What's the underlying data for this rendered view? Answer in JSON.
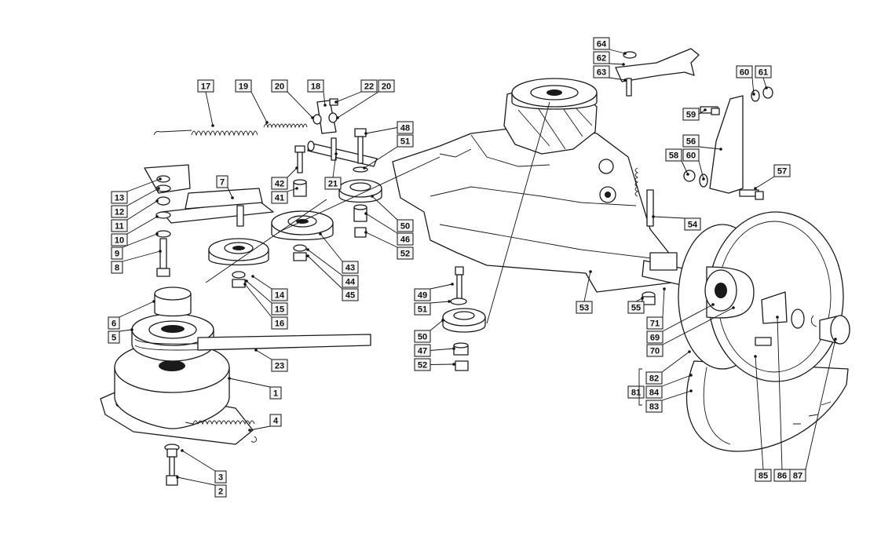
{
  "callouts": [
    {
      "id": "c17",
      "label": "17"
    },
    {
      "id": "c19",
      "label": "19"
    },
    {
      "id": "c20a",
      "label": "20"
    },
    {
      "id": "c18",
      "label": "18"
    },
    {
      "id": "c22",
      "label": "22"
    },
    {
      "id": "c20b",
      "label": "20"
    },
    {
      "id": "c48",
      "label": "48"
    },
    {
      "id": "c51a",
      "label": "51"
    },
    {
      "id": "c7",
      "label": "7"
    },
    {
      "id": "c42",
      "label": "42"
    },
    {
      "id": "c21",
      "label": "21"
    },
    {
      "id": "c41",
      "label": "41"
    },
    {
      "id": "c13",
      "label": "13"
    },
    {
      "id": "c12",
      "label": "12"
    },
    {
      "id": "c11",
      "label": "11"
    },
    {
      "id": "c10",
      "label": "10"
    },
    {
      "id": "c9",
      "label": "9"
    },
    {
      "id": "c8",
      "label": "8"
    },
    {
      "id": "c50a",
      "label": "50"
    },
    {
      "id": "c46",
      "label": "46"
    },
    {
      "id": "c52a",
      "label": "52"
    },
    {
      "id": "c43",
      "label": "43"
    },
    {
      "id": "c44",
      "label": "44"
    },
    {
      "id": "c45",
      "label": "45"
    },
    {
      "id": "c14",
      "label": "14"
    },
    {
      "id": "c15",
      "label": "15"
    },
    {
      "id": "c16",
      "label": "16"
    },
    {
      "id": "c6",
      "label": "6"
    },
    {
      "id": "c5",
      "label": "5"
    },
    {
      "id": "c23",
      "label": "23"
    },
    {
      "id": "c1",
      "label": "1"
    },
    {
      "id": "c4",
      "label": "4"
    },
    {
      "id": "c3",
      "label": "3"
    },
    {
      "id": "c2",
      "label": "2"
    },
    {
      "id": "c64",
      "label": "64"
    },
    {
      "id": "c62",
      "label": "62"
    },
    {
      "id": "c63",
      "label": "63"
    },
    {
      "id": "c60a",
      "label": "60"
    },
    {
      "id": "c61",
      "label": "61"
    },
    {
      "id": "c59",
      "label": "59"
    },
    {
      "id": "c56",
      "label": "56"
    },
    {
      "id": "c58",
      "label": "58"
    },
    {
      "id": "c60b",
      "label": "60"
    },
    {
      "id": "c57",
      "label": "57"
    },
    {
      "id": "c54",
      "label": "54"
    },
    {
      "id": "c49",
      "label": "49"
    },
    {
      "id": "c51b",
      "label": "51"
    },
    {
      "id": "c53",
      "label": "53"
    },
    {
      "id": "c50b",
      "label": "50"
    },
    {
      "id": "c47",
      "label": "47"
    },
    {
      "id": "c52b",
      "label": "52"
    },
    {
      "id": "c55",
      "label": "55"
    },
    {
      "id": "c71",
      "label": "71"
    },
    {
      "id": "c69",
      "label": "69"
    },
    {
      "id": "c70",
      "label": "70"
    },
    {
      "id": "c82",
      "label": "82"
    },
    {
      "id": "c81",
      "label": "81"
    },
    {
      "id": "c84",
      "label": "84"
    },
    {
      "id": "c83",
      "label": "83"
    },
    {
      "id": "c85",
      "label": "85"
    },
    {
      "id": "c86",
      "label": "86"
    },
    {
      "id": "c87",
      "label": "87"
    }
  ]
}
